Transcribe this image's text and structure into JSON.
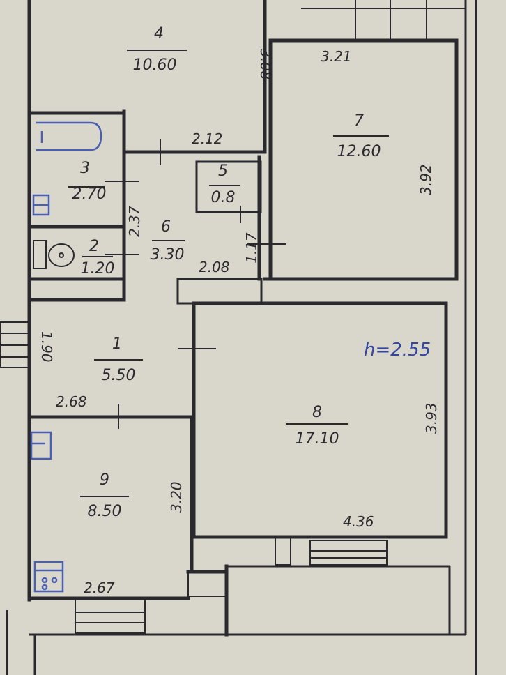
{
  "ceiling_note": "h=2.55",
  "rooms": [
    {
      "num": "4",
      "area": "10.60"
    },
    {
      "num": "7",
      "area": "12.60"
    },
    {
      "num": "3",
      "area": "2.70"
    },
    {
      "num": "5",
      "area": "0.8"
    },
    {
      "num": "6",
      "area": "3.30"
    },
    {
      "num": "2",
      "area": "1.20"
    },
    {
      "num": "1",
      "area": "5.50"
    },
    {
      "num": "8",
      "area": "17.10"
    },
    {
      "num": "9",
      "area": "8.50"
    }
  ],
  "dimensions": {
    "d308": "3.08",
    "d321": "3.21",
    "d392": "3.92",
    "d212": "2.12",
    "d237": "2.37",
    "d117": "1.17",
    "d208": "2.08",
    "d190": "1.90",
    "d268": "2.68",
    "d393": "3.93",
    "d320": "3.20",
    "d436": "4.36",
    "d267": "2.67"
  },
  "colors": {
    "paper": "#d9d6cc",
    "ink": "#2a2a2e",
    "blue_ink": "#3346a0"
  },
  "icons": [
    "bathtub-icon",
    "sink-icon",
    "toilet-icon",
    "kitchen-sink-icon",
    "stove-icon"
  ]
}
